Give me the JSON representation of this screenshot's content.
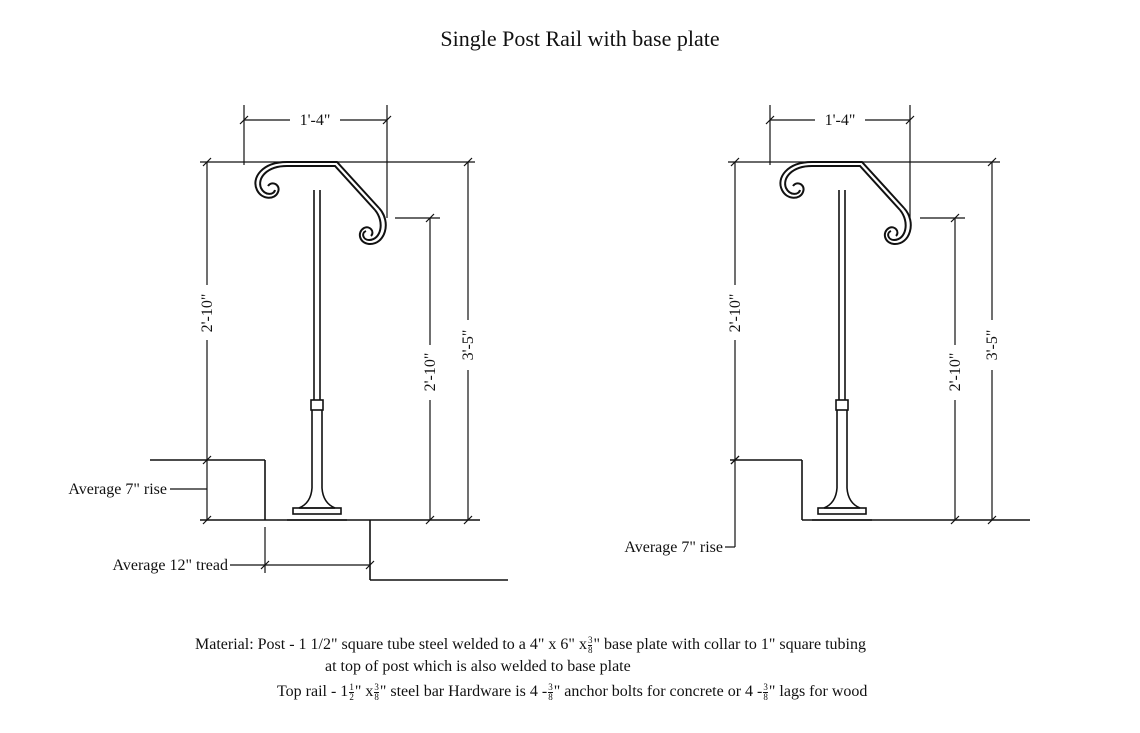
{
  "title": "Single Post  Rail with base plate",
  "left": {
    "dim_width": "1'-4\"",
    "dim_height_left": "2'-10\"",
    "dim_height_mid": "2'-10\"",
    "dim_height_right": "3'-5\"",
    "rise_label": "Average 7\" rise",
    "tread_label": "Average 12\" tread"
  },
  "right": {
    "dim_width": "1'-4\"",
    "dim_height_left": "2'-10\"",
    "dim_height_mid": "2'-10\"",
    "dim_height_right": "3'-5\"",
    "rise_label": "Average 7\" rise"
  },
  "notes": {
    "material_label": "Material:",
    "line1_a": "Post - 1 1/2\" square tube steel welded to a 4\" x 6\" x",
    "line1_frac_num": "3",
    "line1_frac_den": "8",
    "line1_b": "\" base plate with collar to 1\" square tubing",
    "line2": "at top of post which is also welded to base plate",
    "line3_a": "Top rail - 1",
    "line3_frac1_num": "1",
    "line3_frac1_den": "2",
    "line3_b": "\" x",
    "line3_frac2_num": "3",
    "line3_frac2_den": "8",
    "line3_c": "\" steel bar    Hardware is 4 -",
    "line3_frac3_num": "3",
    "line3_frac3_den": "8",
    "line3_d": "\" anchor bolts for concrete or 4 -",
    "line3_frac4_num": "3",
    "line3_frac4_den": "8",
    "line3_e": "\" lags for wood"
  }
}
